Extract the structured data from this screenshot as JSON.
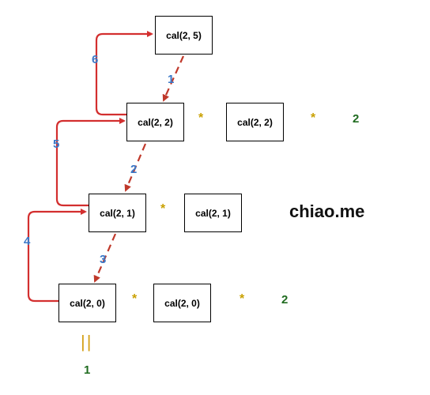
{
  "colors": {
    "return_arrow": "#d32f2f",
    "call_arrow": "#c0392b",
    "step_label": "#3a78c8",
    "operator": "#c9a000",
    "constant": "#1f6b1f",
    "equals": "#d4a017",
    "watermark": "#111111"
  },
  "nodes": {
    "cal_2_5": "cal(2, 5)",
    "cal_2_2_main": "cal(2, 2)",
    "cal_2_2_dup": "cal(2, 2)",
    "cal_2_1_main": "cal(2, 1)",
    "cal_2_1_dup": "cal(2, 1)",
    "cal_2_0_main": "cal(2, 0)",
    "cal_2_0_dup": "cal(2, 0)"
  },
  "operators": {
    "row2_op1": "*",
    "row2_op2": "*",
    "row3_op1": "*",
    "row4_op1": "*",
    "row4_op2": "*"
  },
  "constants": {
    "row2_factor": "2",
    "row4_factor": "2"
  },
  "base_case": {
    "equals": "||",
    "value": "1"
  },
  "steps": {
    "s1": "1",
    "s2": "2",
    "s3": "3",
    "s4": "4",
    "s5": "5",
    "s6": "6"
  },
  "watermark": "chiao.me"
}
